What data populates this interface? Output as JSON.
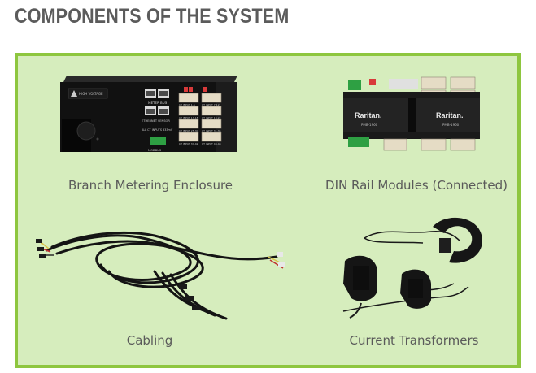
{
  "header": {
    "title": "COMPONENTS OF THE SYSTEM"
  },
  "components": [
    {
      "caption": "Branch Metering Enclosure",
      "icon": "metering-enclosure-photo",
      "labels": {
        "warning": "HIGH VOLTAGE",
        "meter_bus": "METER BUS",
        "ethernet": "ETHERNET",
        "sensor": "SENSOR",
        "ct_inputs": "ALL CT INPUTS 333mV",
        "modbus": "MODBUS",
        "ports": [
          "CT INPUT 1-6",
          "CT INPUT 7-12",
          "CT INPUT 13-18",
          "CT INPUT 19-24",
          "CT INPUT 25-30",
          "CT INPUT 31-36",
          "CT INPUT 37-42",
          "CT INPUT 43-48"
        ]
      }
    },
    {
      "caption": "DIN Rail Modules (Connected)",
      "icon": "din-rail-modules-photo",
      "labels": {
        "brand": "Raritan.",
        "model_left": "PMB-1960",
        "model_right": "PMB-1960"
      }
    },
    {
      "caption": "Cabling",
      "icon": "cable-bundle-photo"
    },
    {
      "caption": "Current Transformers",
      "icon": "current-transformer-photo"
    }
  ],
  "colors": {
    "panel_bg": "#d6edbd",
    "panel_border": "#8ec63f",
    "heading": "#5b5b5b",
    "caption": "#5a5a5a"
  }
}
